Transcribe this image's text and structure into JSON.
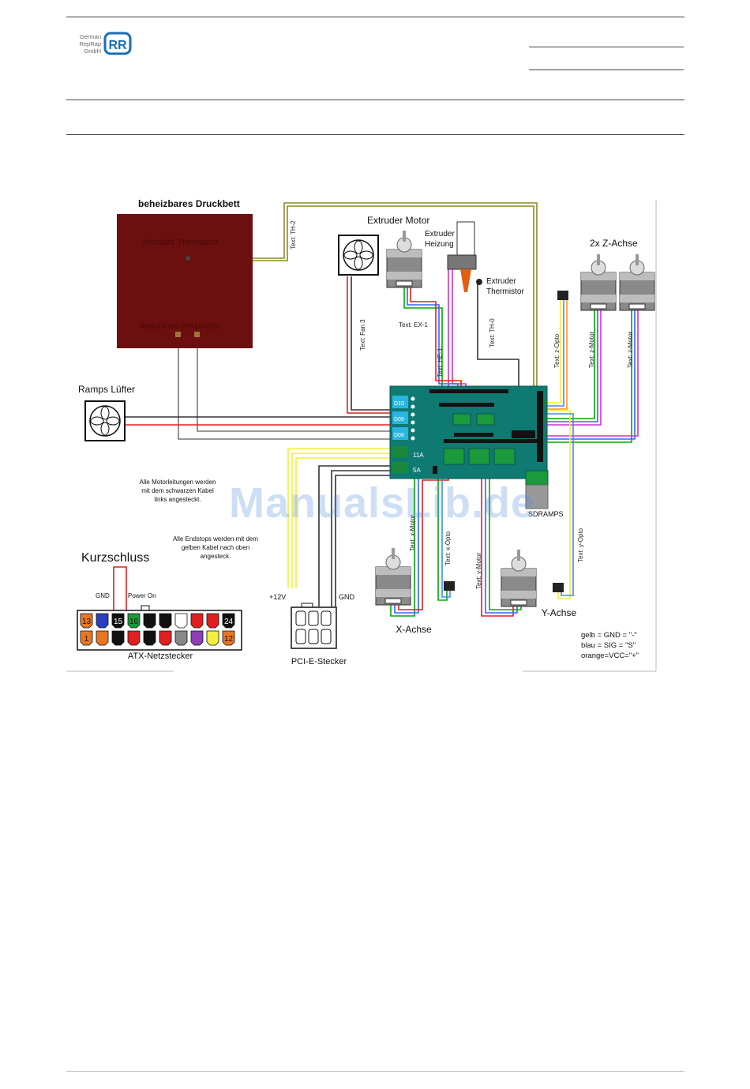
{
  "header": {
    "logo_lines": [
      "German",
      "RepRap",
      "GmbH"
    ],
    "logo_mark": "RR"
  },
  "diagram": {
    "heatbed_title": "beheizbares Druckbett",
    "heatbed_thermistor": "Heizbett Thermistor",
    "heatbed_connector": "Anschluss Heizmatte",
    "th2_label": "Text: TH-2",
    "extruder_motor": "Extruder Motor",
    "extruder_heater": [
      "Extruder",
      "Heizung"
    ],
    "extruder_thermistor": [
      "Extruder",
      "Thermistor"
    ],
    "fan3_label": "Text: Fan 3",
    "ex1_label": "Text: EX-1",
    "he1_label": "Text: HE-1",
    "th0_label": "Text: TH-0",
    "z_axis_title": "2x Z-Achse",
    "z_opto_label": "Text: z-Opto",
    "z_motor_label_1": "Text: z-Motor",
    "z_motor_label_2": "Text: z-Motor",
    "ramps_fan": "Ramps Lüfter",
    "terminal_labels": [
      "D10",
      "D09",
      "D08"
    ],
    "power_labels": [
      "11A",
      "5A"
    ],
    "note_motors": [
      "Alle Motorleitungen werden",
      "mit dem schwarzen Kabel",
      "links angesteckt."
    ],
    "note_endstops": [
      "Alle Endstops werden mit dem",
      "gelben Kabel nach oben",
      "angesteck."
    ],
    "short_circuit": "Kurzschluss",
    "gnd_label": "GND",
    "power_on_label": "Power On",
    "atx_top_pins": [
      "13",
      "",
      "15",
      "16",
      "",
      "",
      "",
      "",
      "",
      "24"
    ],
    "atx_bottom_pins": [
      "1",
      "",
      "",
      "",
      "",
      "",
      "",
      "",
      "",
      "12"
    ],
    "atx_label": "ATX-Netzstecker",
    "pcie_12v": "+12V",
    "pcie_gnd": "GND",
    "pcie_label": "PCI-E-Stecker",
    "x_motor_label": "Text: x-Motor",
    "x_opto_label": "Text: x-Opto",
    "x_axis": "X-Achse",
    "y_motor_label": "Text: y-Motor",
    "y_opto_label": "Text: y-Opto",
    "y_axis": "Y-Achse",
    "sdramps": "SDRAMPS",
    "legend": [
      "gelb = GND = \"-\"",
      "blau = SIG = \"S\"",
      "orange=VCC=\"+\""
    ],
    "watermark": "ManualsLib.de"
  },
  "colors": {
    "heatbed": "#6b0f0f",
    "board": "#0e7a72",
    "wire_red": "#e02020",
    "wire_olive": "#8a8a2a",
    "wire_yellow": "#f4ef3a"
  }
}
